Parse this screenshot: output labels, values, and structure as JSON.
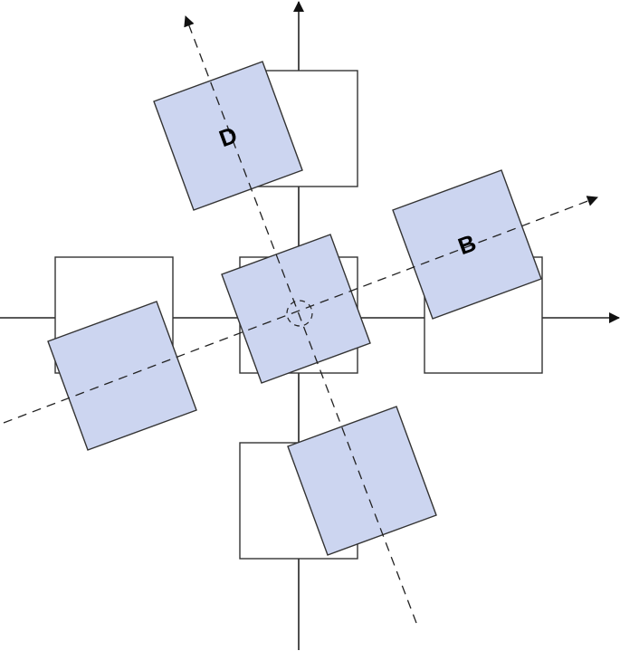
{
  "diagram": {
    "labels": {
      "top": "D",
      "right": "B",
      "left": "",
      "bottom": ""
    },
    "colors": {
      "tile_fill": "#ccd5f0",
      "stroke": "#333333",
      "background": "#ffffff"
    },
    "rotation_degrees": -20,
    "axes": {
      "dashed_rotated_axes": true
    }
  }
}
